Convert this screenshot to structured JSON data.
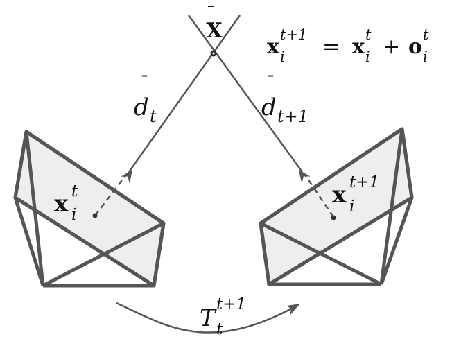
{
  "colors": {
    "stroke": "#555555",
    "frame_fill": "#eeeeee",
    "text": "#111111",
    "background": "#ffffff"
  },
  "labels": {
    "point": {
      "base": "X",
      "accent": "¯"
    },
    "equation": {
      "lhs_base": "x",
      "lhs_sub": "i",
      "lhs_sup": "t+1",
      "equals": "=",
      "rhs1_base": "x",
      "rhs1_sub": "i",
      "rhs1_sup": "t",
      "plus": "+",
      "rhs2_base": "o",
      "rhs2_sub": "i",
      "rhs2_sup": "t"
    },
    "ray_left": {
      "base": "d",
      "sub": "t",
      "accent": "¯"
    },
    "ray_right": {
      "base": "d",
      "sub": "t+1",
      "accent": "¯"
    },
    "pixel_left": {
      "base": "x",
      "sub": "i",
      "sup": "t"
    },
    "pixel_right": {
      "base": "x",
      "sub": "i",
      "sup": "t+1"
    },
    "transform": {
      "base": "T",
      "sub": "t",
      "sup": "t+1"
    }
  },
  "icons": {
    "left_camera": "camera-frustum-icon",
    "right_camera": "camera-frustum-icon"
  }
}
